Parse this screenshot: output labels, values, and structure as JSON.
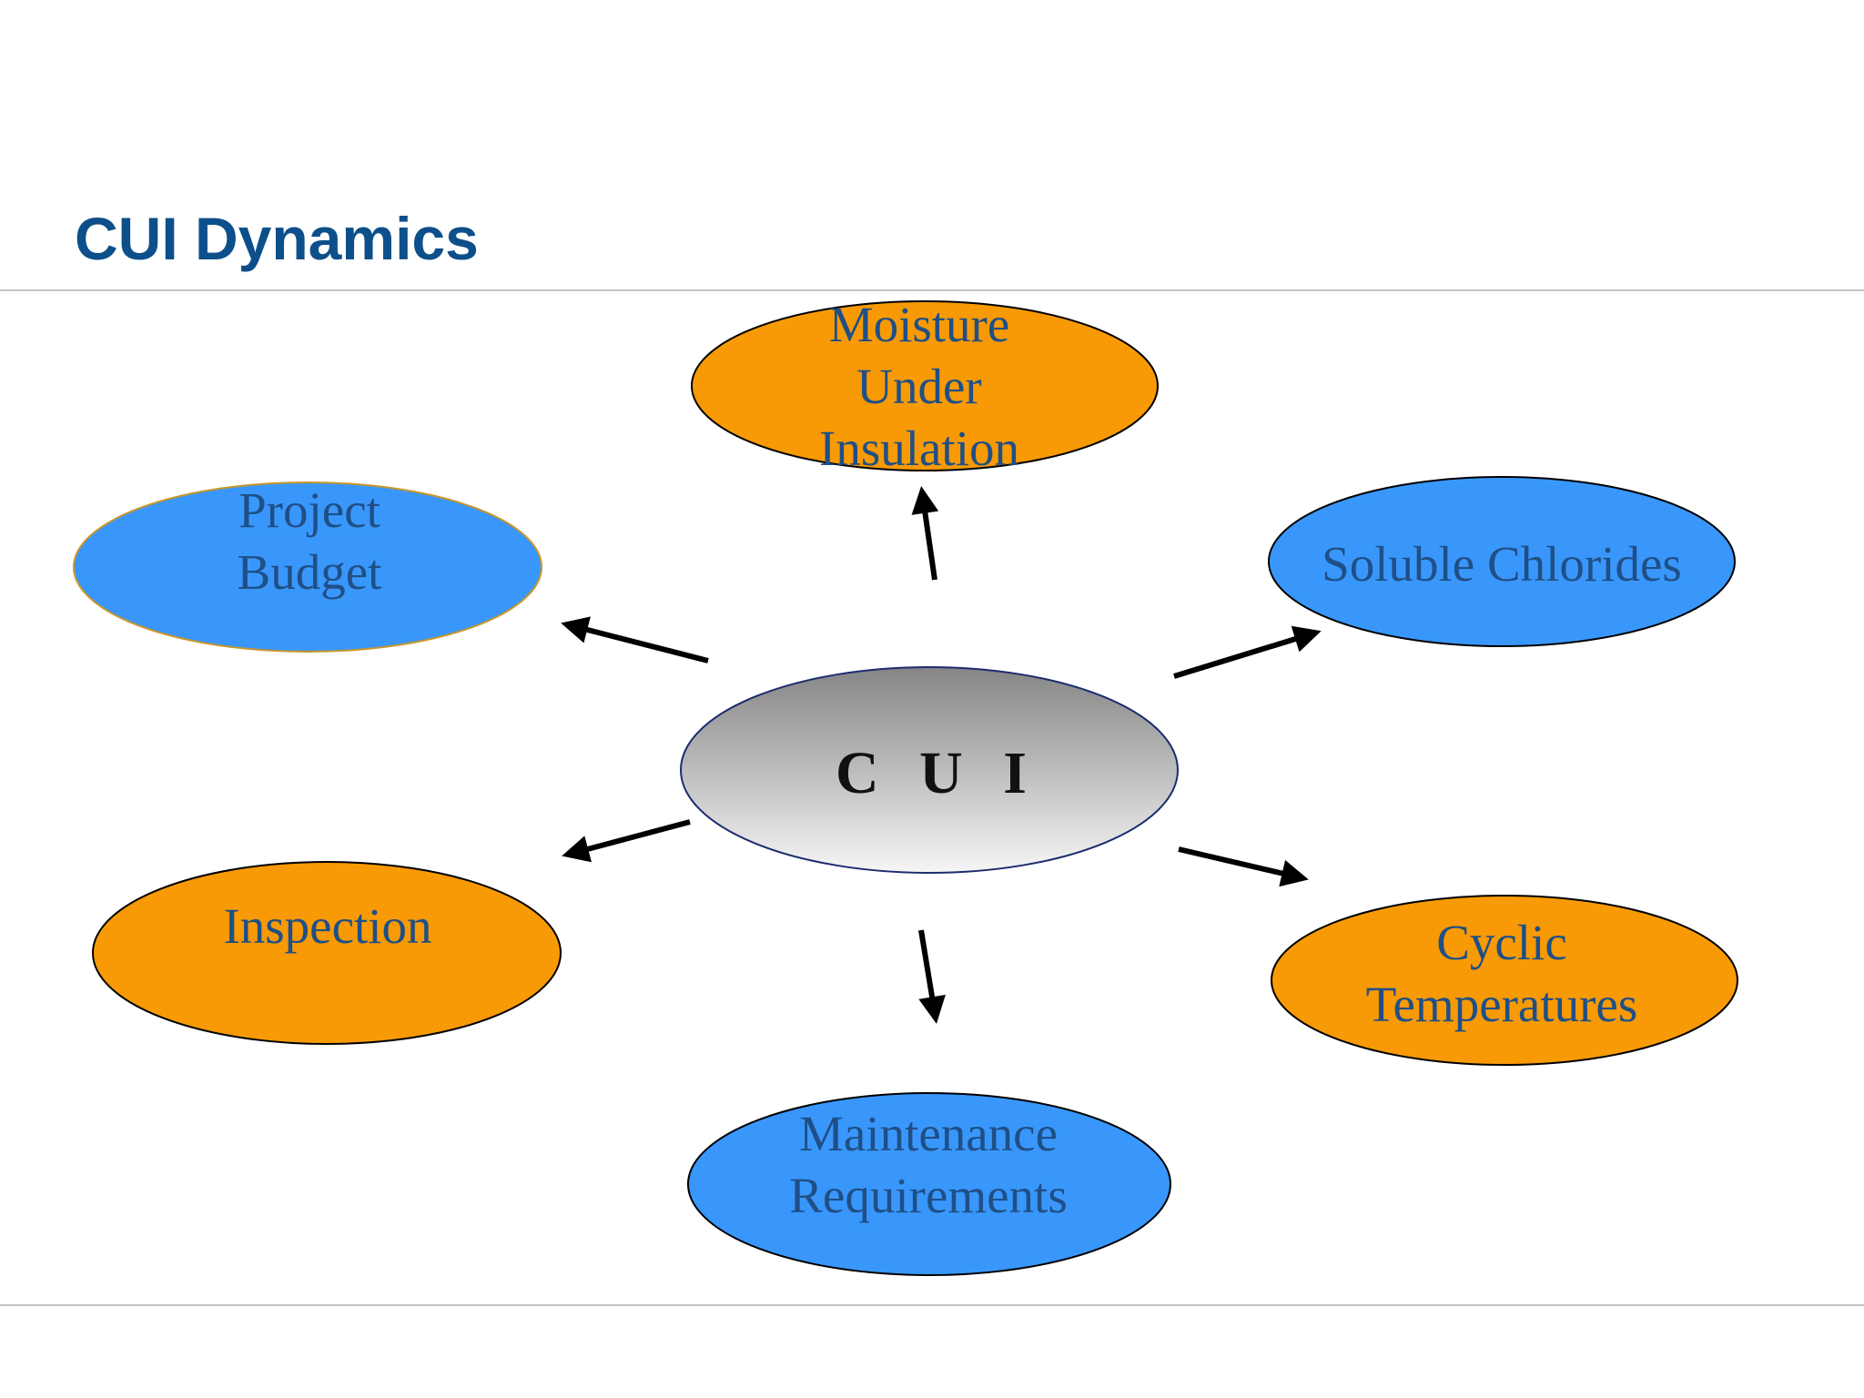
{
  "slide": {
    "title": "CUI Dynamics"
  },
  "diagram": {
    "center": {
      "label": "C U I"
    },
    "nodes": [
      {
        "id": "moisture",
        "label": "Moisture\nUnder\nInsulation",
        "fill": "#f79a05"
      },
      {
        "id": "budget",
        "label": "Project\nBudget",
        "fill": "#3997fc"
      },
      {
        "id": "chlorides",
        "label": "Soluble Chlorides",
        "fill": "#3997fc"
      },
      {
        "id": "inspection",
        "label": "Inspection",
        "fill": "#f79a05"
      },
      {
        "id": "cyclic",
        "label": "Cyclic\nTemperatures",
        "fill": "#f79a05"
      },
      {
        "id": "maintenance",
        "label": "Maintenance\nRequirements",
        "fill": "#3997fc"
      }
    ]
  },
  "colors": {
    "title": "#0d4f8a",
    "label_text": "#1f4f86",
    "orange": "#f79a05",
    "blue": "#3997fc",
    "arrow": "#000000",
    "center_gradient_top": "#8a8a8a",
    "center_gradient_bottom": "#f7f7f7",
    "rule": "#c4c4c4"
  }
}
